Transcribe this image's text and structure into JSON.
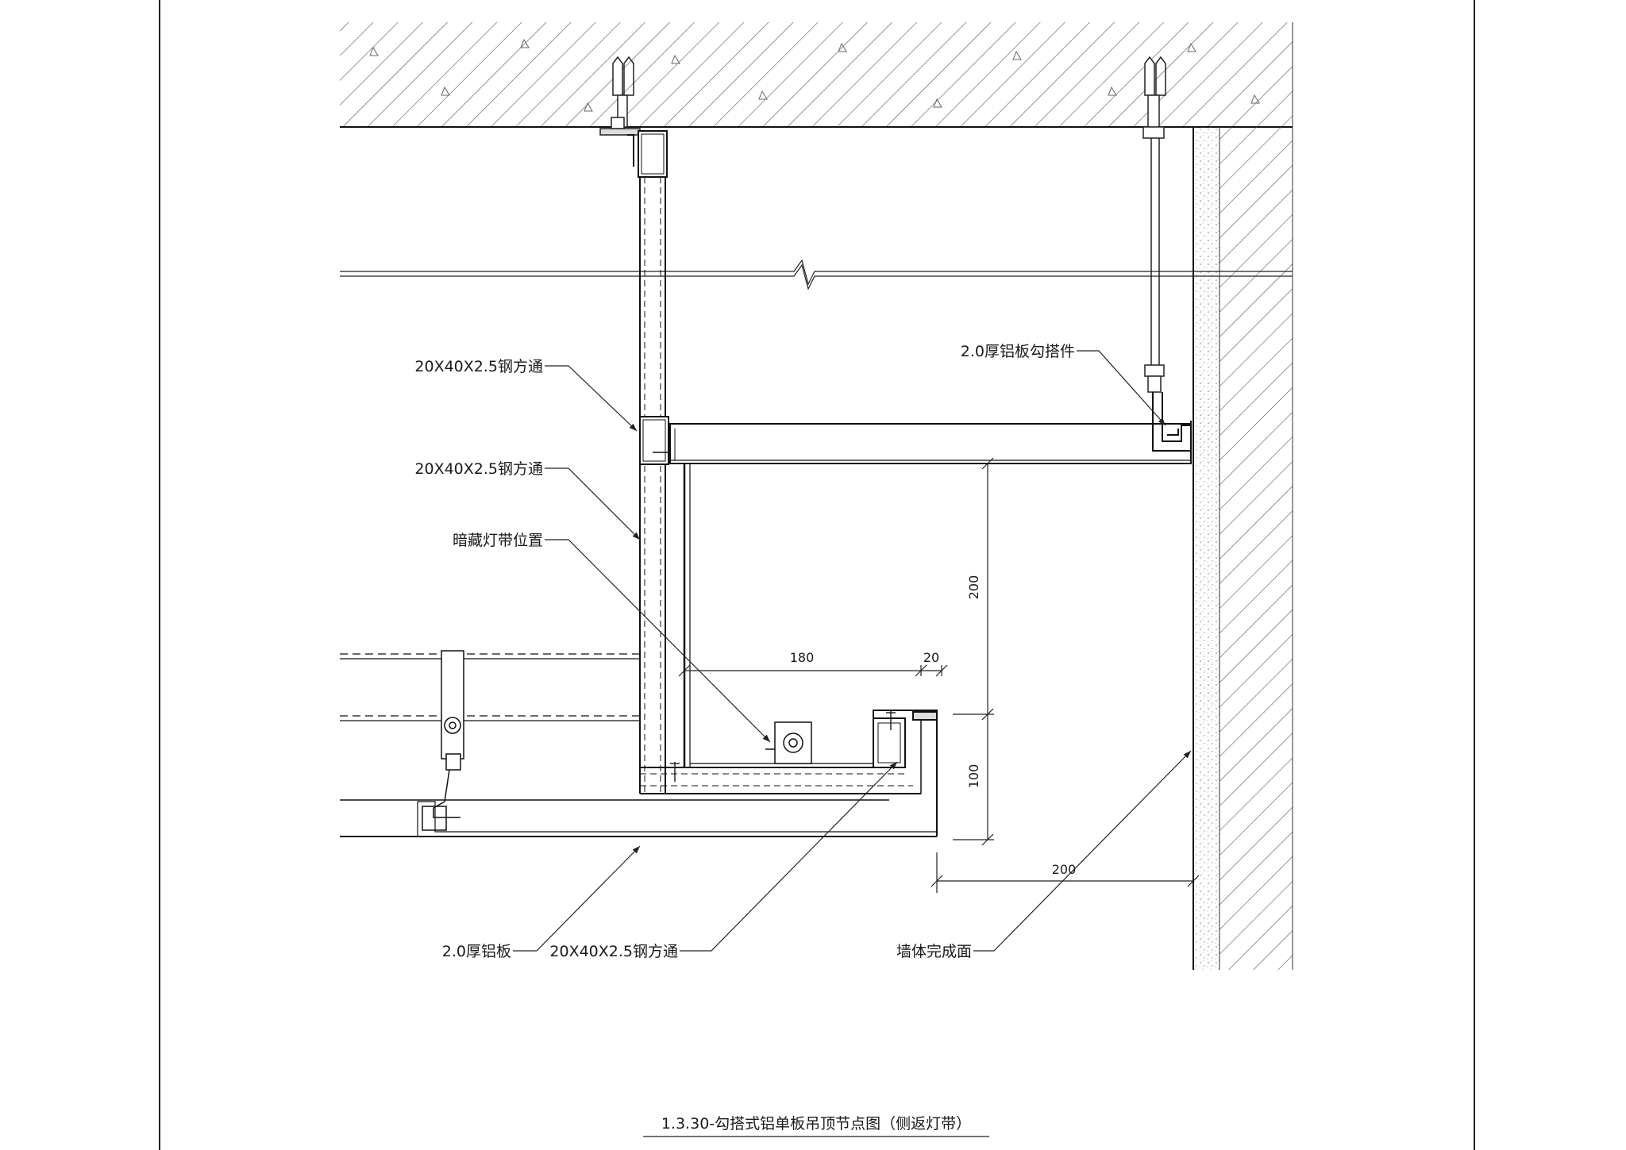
{
  "labels": {
    "steel_tube_1": "20X40X2.5钢方通",
    "steel_tube_2": "20X40X2.5钢方通",
    "hidden_light_strip": "暗藏灯带位置",
    "hook_piece": "2.0厚铝板勾搭件",
    "aluminum_panel": "2.0厚铝板",
    "steel_tube_3": "20X40X2.5钢方通",
    "wall_finish": "墙体完成面"
  },
  "dimensions": {
    "width_180": "180",
    "width_20": "20",
    "height_200": "200",
    "height_100": "100",
    "offset_200": "200"
  },
  "title": "1.3.30-勾搭式铝单板吊顶节点图（侧返灯带）"
}
